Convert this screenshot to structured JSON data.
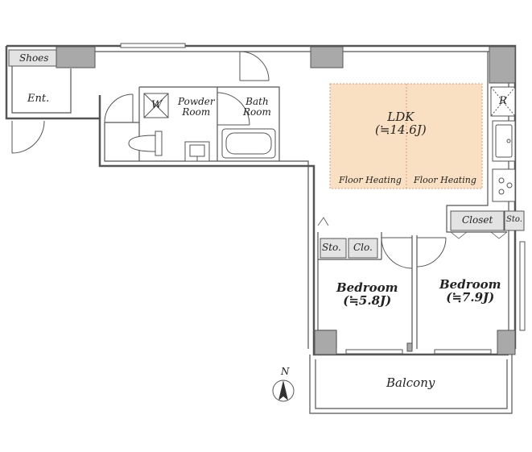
{
  "rooms": {
    "shoes": "Shoes",
    "entrance": "Ent.",
    "washer": "W",
    "powder_room_line1": "Powder",
    "powder_room_line2": "Room",
    "bath_room_line1": "Bath",
    "bath_room_line2": "Room",
    "ldk_name": "LDK",
    "ldk_size": "(≒14.6J)",
    "floor_heating_left": "Floor Heating",
    "floor_heating_right": "Floor Heating",
    "refrigerator": "R",
    "closet": "Closet",
    "storage_right": "Sto.",
    "storage_left": "Sto.",
    "closet_small": "Clo.",
    "bedroom1_name": "Bedroom",
    "bedroom1_size": "(≒5.8J)",
    "bedroom2_name": "Bedroom",
    "bedroom2_size": "(≒7.9J)",
    "balcony": "Balcony"
  },
  "compass": {
    "north_label": "N"
  },
  "colors": {
    "wall": "#555555",
    "column": "#a9a9a9",
    "floor_heating_fill": "#fae0c2",
    "floor_heating_border": "#e09a78",
    "background": "#ffffff"
  }
}
